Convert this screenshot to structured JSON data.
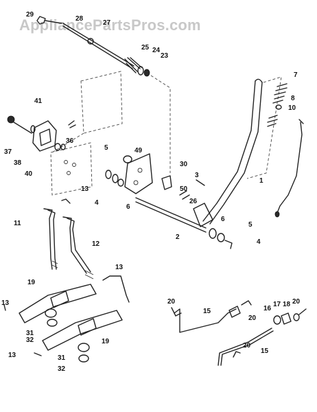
{
  "watermark": "AppliancePartsPros.com",
  "callouts": [
    {
      "id": "c-29",
      "text": "29"
    },
    {
      "id": "c-28",
      "text": "28"
    },
    {
      "id": "c-27",
      "text": "27"
    },
    {
      "id": "c-25",
      "text": "25"
    },
    {
      "id": "c-24",
      "text": "24"
    },
    {
      "id": "c-23",
      "text": "23"
    },
    {
      "id": "c-7",
      "text": "7"
    },
    {
      "id": "c-8",
      "text": "8"
    },
    {
      "id": "c-10",
      "text": "10"
    },
    {
      "id": "c-41",
      "text": "41"
    },
    {
      "id": "c-37",
      "text": "37"
    },
    {
      "id": "c-38",
      "text": "38"
    },
    {
      "id": "c-40",
      "text": "40"
    },
    {
      "id": "c-36",
      "text": "36"
    },
    {
      "id": "c-5a",
      "text": "5"
    },
    {
      "id": "c-49",
      "text": "49"
    },
    {
      "id": "c-30",
      "text": "30"
    },
    {
      "id": "c-3",
      "text": "3"
    },
    {
      "id": "c-1",
      "text": "1"
    },
    {
      "id": "c-4a",
      "text": "4"
    },
    {
      "id": "c-6a",
      "text": "6"
    },
    {
      "id": "c-50",
      "text": "50"
    },
    {
      "id": "c-26",
      "text": "26"
    },
    {
      "id": "c-13a",
      "text": "13"
    },
    {
      "id": "c-11",
      "text": "11"
    },
    {
      "id": "c-12",
      "text": "12"
    },
    {
      "id": "c-2",
      "text": "2"
    },
    {
      "id": "c-6b",
      "text": "6"
    },
    {
      "id": "c-5b",
      "text": "5"
    },
    {
      "id": "c-4b",
      "text": "4"
    },
    {
      "id": "c-13b",
      "text": "13"
    },
    {
      "id": "c-19a",
      "text": "19"
    },
    {
      "id": "c-13c",
      "text": "13"
    },
    {
      "id": "c-31a",
      "text": "31"
    },
    {
      "id": "c-32a",
      "text": "32"
    },
    {
      "id": "c-19b",
      "text": "19"
    },
    {
      "id": "c-13d",
      "text": "13"
    },
    {
      "id": "c-31b",
      "text": "31"
    },
    {
      "id": "c-32b",
      "text": "32"
    },
    {
      "id": "c-20a",
      "text": "20"
    },
    {
      "id": "c-15a",
      "text": "15"
    },
    {
      "id": "c-20b",
      "text": "20"
    },
    {
      "id": "c-16",
      "text": "16"
    },
    {
      "id": "c-17",
      "text": "17"
    },
    {
      "id": "c-18",
      "text": "18"
    },
    {
      "id": "c-20c",
      "text": "20"
    },
    {
      "id": "c-20d",
      "text": "20"
    },
    {
      "id": "c-15b",
      "text": "15"
    }
  ]
}
